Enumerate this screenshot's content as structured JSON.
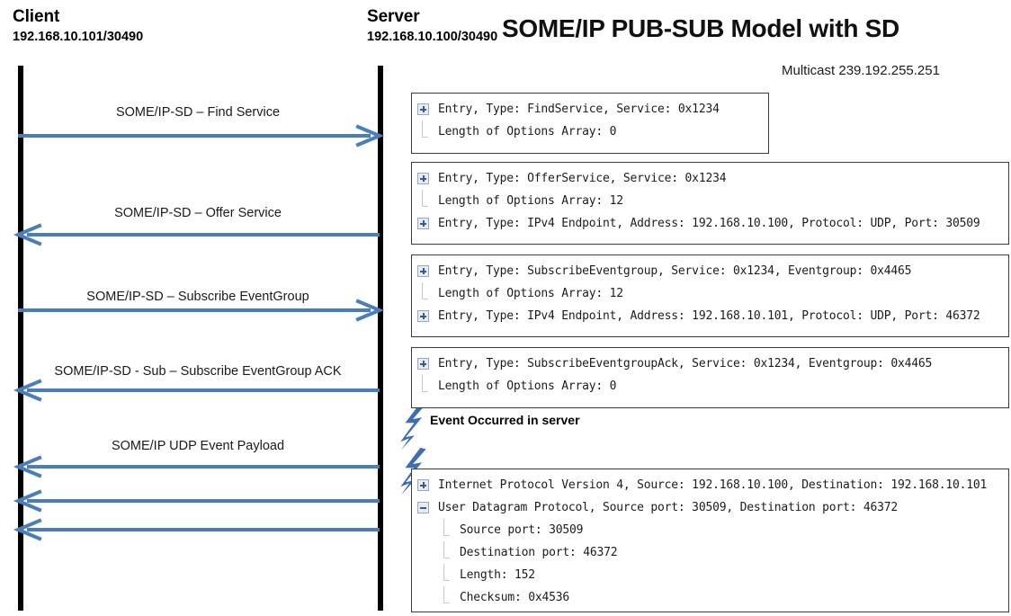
{
  "title": "SOME/IP PUB-SUB Model with SD",
  "multicast": "Multicast 239.192.255.251",
  "actors": {
    "client": {
      "name": "Client",
      "address": "192.168.10.101/30490"
    },
    "server": {
      "name": "Server",
      "address": "192.168.10.100/30490"
    }
  },
  "colors": {
    "arrow": "#4a7ebb",
    "lifeline": "#000000",
    "box_border": "#3a3a3a",
    "toggle": "#2f5b9c",
    "bolt": "#3d6eb4"
  },
  "messages": [
    {
      "label": "SOME/IP-SD – Find Service",
      "direction": "right"
    },
    {
      "label": "SOME/IP-SD – Offer Service",
      "direction": "left"
    },
    {
      "label": "SOME/IP-SD – Subscribe EventGroup",
      "direction": "right"
    },
    {
      "label": "SOME/IP-SD - Sub – Subscribe EventGroup ACK",
      "direction": "left"
    },
    {
      "label": "SOME/IP UDP Event Payload",
      "direction": "left"
    },
    {
      "label": "",
      "direction": "left"
    },
    {
      "label": "",
      "direction": "left"
    }
  ],
  "event_note": "Event Occurred in server",
  "packets": [
    {
      "rows": [
        {
          "toggle": "plus",
          "text": "Entry, Type: FindService, Service: 0x1234"
        },
        {
          "toggle": "none",
          "text": "Length of Options Array: 0"
        }
      ]
    },
    {
      "rows": [
        {
          "toggle": "plus",
          "text": "Entry, Type: OfferService, Service: 0x1234"
        },
        {
          "toggle": "none",
          "text": "Length of Options Array: 12"
        },
        {
          "toggle": "plus",
          "text": "Entry, Type: IPv4 Endpoint, Address: 192.168.10.100, Protocol: UDP, Port: 30509"
        }
      ]
    },
    {
      "rows": [
        {
          "toggle": "plus",
          "text": "Entry, Type: SubscribeEventgroup, Service: 0x1234, Eventgroup: 0x4465"
        },
        {
          "toggle": "none",
          "text": "Length of Options Array: 12"
        },
        {
          "toggle": "plus",
          "text": "Entry, Type: IPv4 Endpoint, Address: 192.168.10.101, Protocol: UDP, Port: 46372"
        }
      ]
    },
    {
      "rows": [
        {
          "toggle": "plus",
          "text": "Entry, Type: SubscribeEventgroupAck, Service: 0x1234, Eventgroup: 0x4465"
        },
        {
          "toggle": "none",
          "text": "Length of Options Array: 0"
        }
      ]
    },
    {
      "rows": [
        {
          "toggle": "plus",
          "text": "Internet Protocol Version 4, Source: 192.168.10.100, Destination: 192.168.10.101"
        },
        {
          "toggle": "minus",
          "text": "User Datagram Protocol, Source port: 30509, Destination port: 46372"
        },
        {
          "toggle": "indent",
          "text": "Source port: 30509"
        },
        {
          "toggle": "indent",
          "text": "Destination port: 46372"
        },
        {
          "toggle": "indent",
          "text": "Length: 152"
        },
        {
          "toggle": "indent",
          "text": "Checksum: 0x4536"
        }
      ]
    }
  ]
}
